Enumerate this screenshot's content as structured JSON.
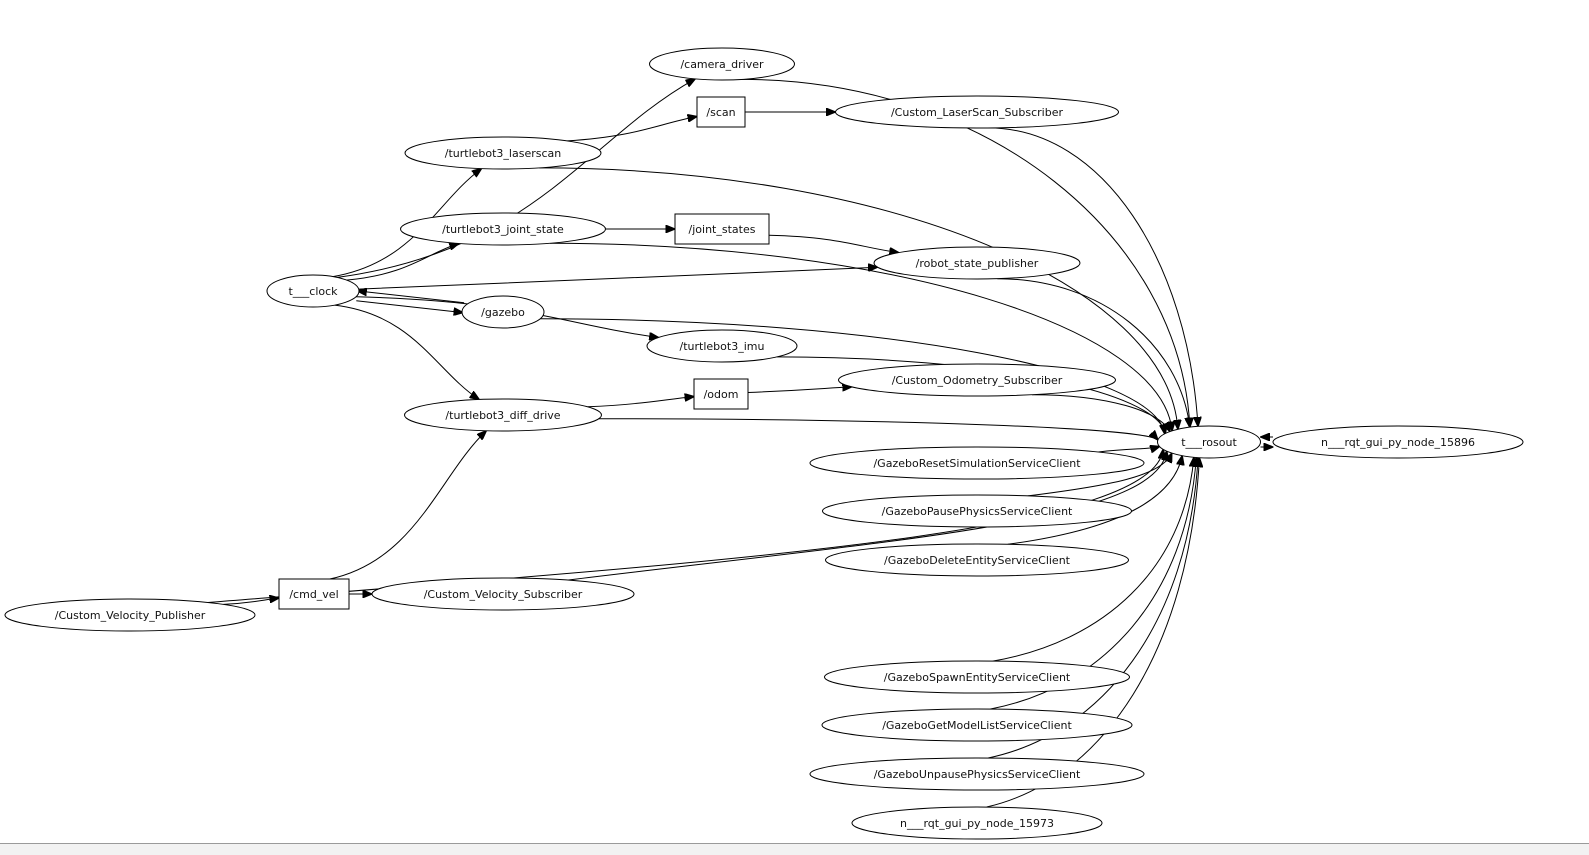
{
  "nodes": [
    {
      "id": "camera_driver",
      "label": "/camera_driver",
      "kind": "node"
    },
    {
      "id": "scan",
      "label": "/scan",
      "kind": "topic"
    },
    {
      "id": "custom_laserscan_subscriber",
      "label": "/Custom_LaserScan_Subscriber",
      "kind": "node"
    },
    {
      "id": "turtlebot3_laserscan",
      "label": "/turtlebot3_laserscan",
      "kind": "node"
    },
    {
      "id": "turtlebot3_joint_state",
      "label": "/turtlebot3_joint_state",
      "kind": "node"
    },
    {
      "id": "joint_states",
      "label": "/joint_states",
      "kind": "topic"
    },
    {
      "id": "robot_state_publisher",
      "label": "/robot_state_publisher",
      "kind": "node"
    },
    {
      "id": "t_clock",
      "label": "t___clock",
      "kind": "node"
    },
    {
      "id": "gazebo",
      "label": "/gazebo",
      "kind": "node"
    },
    {
      "id": "turtlebot3_imu",
      "label": "/turtlebot3_imu",
      "kind": "node"
    },
    {
      "id": "odom",
      "label": "/odom",
      "kind": "topic"
    },
    {
      "id": "custom_odometry_subscriber",
      "label": "/Custom_Odometry_Subscriber",
      "kind": "node"
    },
    {
      "id": "turtlebot3_diff_drive",
      "label": "/turtlebot3_diff_drive",
      "kind": "node"
    },
    {
      "id": "t_rosout",
      "label": "t___rosout",
      "kind": "node"
    },
    {
      "id": "n_rqt_gui_py_node_15896",
      "label": "n___rqt_gui_py_node_15896",
      "kind": "node"
    },
    {
      "id": "gazebo_reset_simulation_service_client",
      "label": "/GazeboResetSimulationServiceClient",
      "kind": "node"
    },
    {
      "id": "gazebo_pause_physics_service_client",
      "label": "/GazeboPausePhysicsServiceClient",
      "kind": "node"
    },
    {
      "id": "gazebo_delete_entity_service_client",
      "label": "/GazeboDeleteEntityServiceClient",
      "kind": "node"
    },
    {
      "id": "cmd_vel",
      "label": "/cmd_vel",
      "kind": "topic"
    },
    {
      "id": "custom_velocity_subscriber",
      "label": "/Custom_Velocity_Subscriber",
      "kind": "node"
    },
    {
      "id": "custom_velocity_publisher",
      "label": "/Custom_Velocity_Publisher",
      "kind": "node"
    },
    {
      "id": "gazebo_spawn_entity_service_client",
      "label": "/GazeboSpawnEntityServiceClient",
      "kind": "node"
    },
    {
      "id": "gazebo_get_model_list_service_client",
      "label": "/GazeboGetModelListServiceClient",
      "kind": "node"
    },
    {
      "id": "gazebo_unpause_physics_service_client",
      "label": "/GazeboUnpausePhysicsServiceClient",
      "kind": "node"
    },
    {
      "id": "n_rqt_gui_py_node_15973",
      "label": "n___rqt_gui_py_node_15973",
      "kind": "node"
    }
  ],
  "edges": [
    {
      "from": "t_clock",
      "to": "camera_driver"
    },
    {
      "from": "t_clock",
      "to": "turtlebot3_laserscan"
    },
    {
      "from": "t_clock",
      "to": "turtlebot3_joint_state"
    },
    {
      "from": "t_clock",
      "to": "robot_state_publisher"
    },
    {
      "from": "t_clock",
      "to": "gazebo"
    },
    {
      "from": "gazebo",
      "to": "t_clock"
    },
    {
      "from": "t_clock",
      "to": "turtlebot3_imu"
    },
    {
      "from": "t_clock",
      "to": "turtlebot3_diff_drive"
    },
    {
      "from": "turtlebot3_laserscan",
      "to": "scan"
    },
    {
      "from": "scan",
      "to": "custom_laserscan_subscriber"
    },
    {
      "from": "turtlebot3_joint_state",
      "to": "joint_states"
    },
    {
      "from": "joint_states",
      "to": "robot_state_publisher"
    },
    {
      "from": "turtlebot3_diff_drive",
      "to": "odom"
    },
    {
      "from": "odom",
      "to": "custom_odometry_subscriber"
    },
    {
      "from": "custom_velocity_publisher",
      "to": "cmd_vel"
    },
    {
      "from": "cmd_vel",
      "to": "turtlebot3_diff_drive"
    },
    {
      "from": "cmd_vel",
      "to": "custom_velocity_subscriber"
    },
    {
      "from": "camera_driver",
      "to": "t_rosout"
    },
    {
      "from": "custom_laserscan_subscriber",
      "to": "t_rosout"
    },
    {
      "from": "turtlebot3_laserscan",
      "to": "t_rosout"
    },
    {
      "from": "turtlebot3_joint_state",
      "to": "t_rosout"
    },
    {
      "from": "robot_state_publisher",
      "to": "t_rosout"
    },
    {
      "from": "gazebo",
      "to": "t_rosout"
    },
    {
      "from": "turtlebot3_imu",
      "to": "t_rosout"
    },
    {
      "from": "custom_odometry_subscriber",
      "to": "t_rosout"
    },
    {
      "from": "turtlebot3_diff_drive",
      "to": "t_rosout"
    },
    {
      "from": "gazebo_reset_simulation_service_client",
      "to": "t_rosout"
    },
    {
      "from": "gazebo_pause_physics_service_client",
      "to": "t_rosout"
    },
    {
      "from": "gazebo_delete_entity_service_client",
      "to": "t_rosout"
    },
    {
      "from": "custom_velocity_subscriber",
      "to": "t_rosout"
    },
    {
      "from": "custom_velocity_publisher",
      "to": "t_rosout"
    },
    {
      "from": "gazebo_spawn_entity_service_client",
      "to": "t_rosout"
    },
    {
      "from": "gazebo_get_model_list_service_client",
      "to": "t_rosout"
    },
    {
      "from": "gazebo_unpause_physics_service_client",
      "to": "t_rosout"
    },
    {
      "from": "n_rqt_gui_py_node_15973",
      "to": "t_rosout"
    },
    {
      "from": "t_rosout",
      "to": "n_rqt_gui_py_node_15896"
    },
    {
      "from": "n_rqt_gui_py_node_15896",
      "to": "t_rosout"
    }
  ]
}
